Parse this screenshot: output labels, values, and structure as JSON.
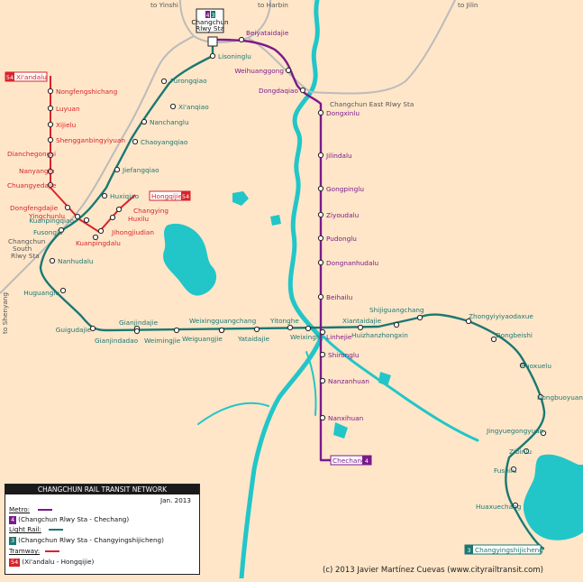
{
  "colors": {
    "background": "#FFE6C8",
    "water": "#22C6C8",
    "metro": "#7A1A8C",
    "light_rail": "#1A7873",
    "tramway": "#D8232A",
    "rail": "#BBBBBB"
  },
  "directions": {
    "yinshi": "to Yinshi",
    "harbin": "to Harbin",
    "jilin": "to Jilin",
    "shenyang": "to Shenyang"
  },
  "hub": {
    "line4": "4",
    "line3": "3",
    "name_line1": "Changchun",
    "name_line2": "Rlwy Sta"
  },
  "metro": {
    "stations": [
      "Beiyataidajie",
      "Weihuanggong",
      "Dongdaqiao",
      "Dongxinlu",
      "Jilindalu",
      "Gongpinglu",
      "Ziyoudalu",
      "Pudonglu",
      "Dongnanhudalu",
      "Beihailu",
      "Linhejie",
      "Shironglu",
      "Nanzanhuan",
      "Nanxihuan",
      "Chechang"
    ]
  },
  "light_rail": {
    "stations": [
      "Lisoninglu",
      "Furongqiao",
      "Xi'anqiao",
      "Nanchanglu",
      "Chaoyangqiao",
      "Jiefangqiao",
      "Huxiqiao",
      "Kuanpingqiao",
      "Fusonglu",
      "Nanhudalu",
      "Huguanglu",
      "Guigudajie",
      "Gianjindajie",
      "Gianjindadao",
      "Weimingjie",
      "Weixingguangchang",
      "Weiguangjie",
      "Yataidajie",
      "Yitonghe",
      "Weixinglu",
      "Xiantaidajie",
      "Shijiguangchang",
      "Huizhanzhongxin",
      "Zhongyiyiyaodaxue",
      "Dongbeishi",
      "Buoxuelu",
      "Nongbuoyuan",
      "Jingyuegongyuan",
      "Zibinlu",
      "Fushilu",
      "Huaxuechang",
      "Changyingshijicheng"
    ]
  },
  "tramway": {
    "stations": [
      "Xi'andalu",
      "Nongfengshichang",
      "Luyuan",
      "Xijielu",
      "Shengganbingyiyuan",
      "Dianchegongsi",
      "Nanyanglu",
      "Chuangyedajie",
      "Dongfengdajie",
      "Yingchunlu",
      "Kuanpingdalu",
      "Jihongjiudian",
      "Huxilu",
      "Changying",
      "Hongqijie"
    ]
  },
  "rail_labels": {
    "east": "Changchun East Rlwy Sta",
    "south_line1": "Changchun",
    "south_line2": "South",
    "south_line3": "Rlwy Sta"
  },
  "badges": {
    "tram": "54",
    "metro": "4",
    "light": "3"
  },
  "legend": {
    "title": "CHANGCHUN RAIL TRANSIT NETWORK",
    "date": "Jan. 2013",
    "metro_label": "Metro:",
    "metro_route": "(Changchun Rlwy Sta - Chechang)",
    "light_label": "Light Rail:",
    "light_route": "(Changchun Rlwy Sta - Changyingshijicheng)",
    "tram_label": "Tramway:",
    "tram_route": "(Xi'andalu - Hongqijie)"
  },
  "credit": "(c) 2013 Javier Martínez Cuevas (www.cityrailtransit.com)"
}
